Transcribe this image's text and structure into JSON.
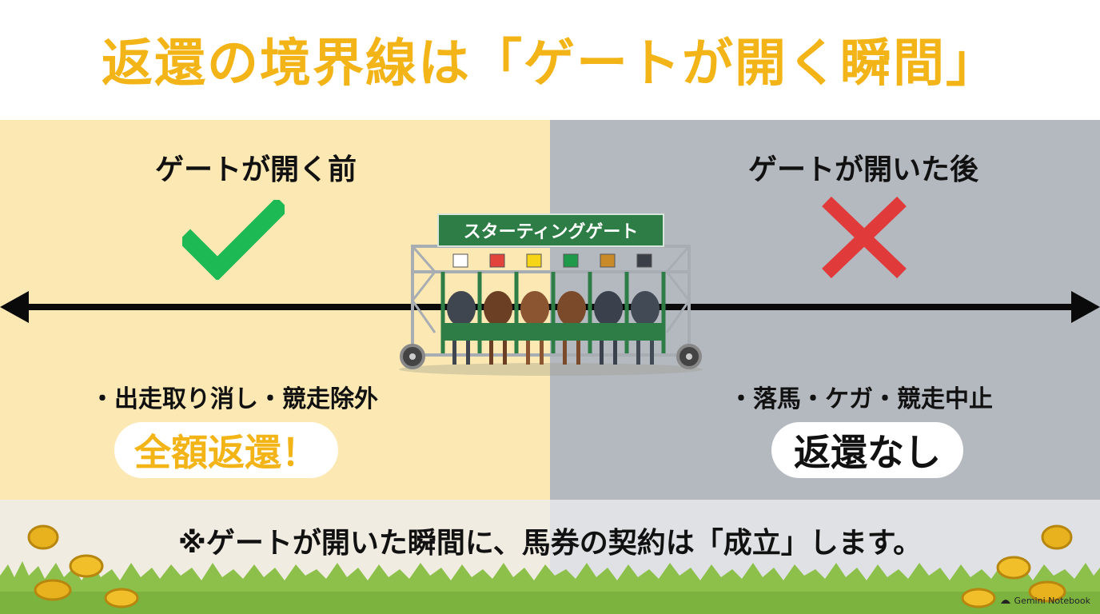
{
  "title": "返還の境界線は「ゲートが開く瞬間」",
  "left": {
    "heading": "ゲートが開く前",
    "icon": "check-icon",
    "items": "・出走取り消し・競走除外",
    "result": "全額返還！",
    "color": "#f2b416"
  },
  "right": {
    "heading": "ゲートが開いた後",
    "icon": "cross-icon",
    "items": "・落馬・ケガ・競走中止",
    "result": "返還なし"
  },
  "gate": {
    "label": "スターティングゲート",
    "stall_colors": [
      "#ffffff",
      "#e2443b",
      "#f5d516",
      "#1e9a4a",
      "#c98a2a",
      "#3a3f47"
    ]
  },
  "footer": {
    "note": "※ゲートが開いた瞬間に、馬券の契約は「成立」します。"
  },
  "brand": {
    "name": "Gemini Notebook"
  },
  "colors": {
    "title": "#f2b416",
    "left_panel": "#fbe8b3",
    "right_panel": "#b4b9c0",
    "check": "#1db954",
    "cross": "#e03a3a",
    "gate_sign": "#2e7d46"
  }
}
